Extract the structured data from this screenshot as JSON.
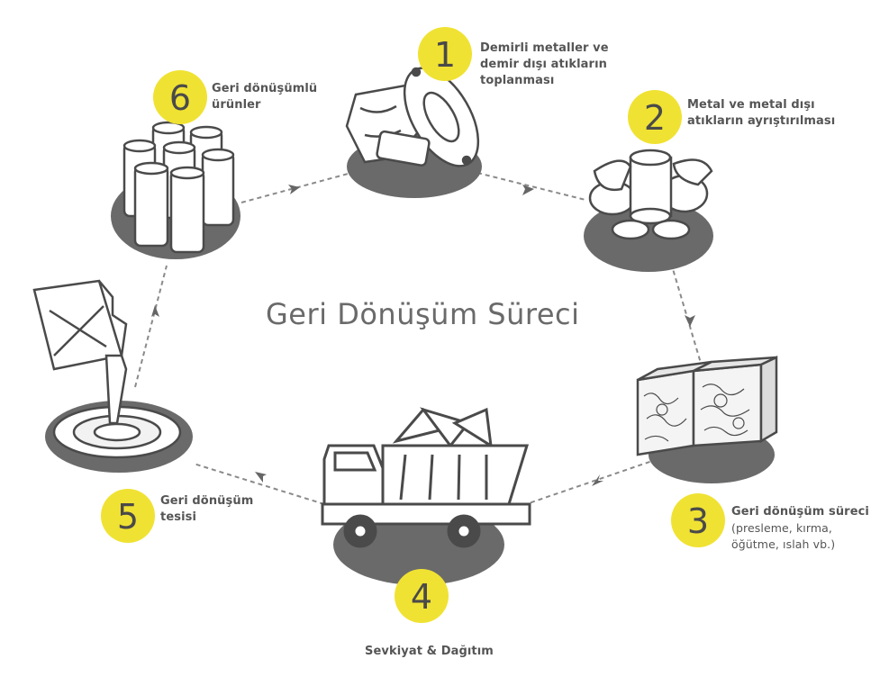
{
  "title": "Geri Dönüşüm Süreci",
  "steps": [
    {
      "number": "1",
      "lines": [
        "Demirli metaller ve",
        "demir dışı atıkların",
        "toplanması"
      ],
      "sub": []
    },
    {
      "number": "2",
      "lines": [
        "Metal ve metal dışı",
        "atıkların ayrıştırılması"
      ],
      "sub": []
    },
    {
      "number": "3",
      "lines": [
        "Geri dönüşüm süreci"
      ],
      "sub": [
        "(presleme, kırma,",
        "öğütme, ıslah vb.)"
      ]
    },
    {
      "number": "4",
      "lines": [
        "Sevkiyat & Dağıtım"
      ],
      "sub": []
    },
    {
      "number": "5",
      "lines": [
        "Geri dönüşüm",
        "tesisi"
      ],
      "sub": []
    },
    {
      "number": "6",
      "lines": [
        "Geri dönüşümlü",
        "ürünler"
      ],
      "sub": []
    }
  ],
  "colors": {
    "badge": "#f0e233",
    "platform": "#6a6a6a",
    "stroke": "#4a4a4a",
    "text": "#555555",
    "arrow": "#777777"
  },
  "icons": [
    "scrap-metal-icon",
    "sorted-scrap-icon",
    "compressed-bales-icon",
    "dump-truck-icon",
    "pouring-canister-icon",
    "cans-icon"
  ]
}
